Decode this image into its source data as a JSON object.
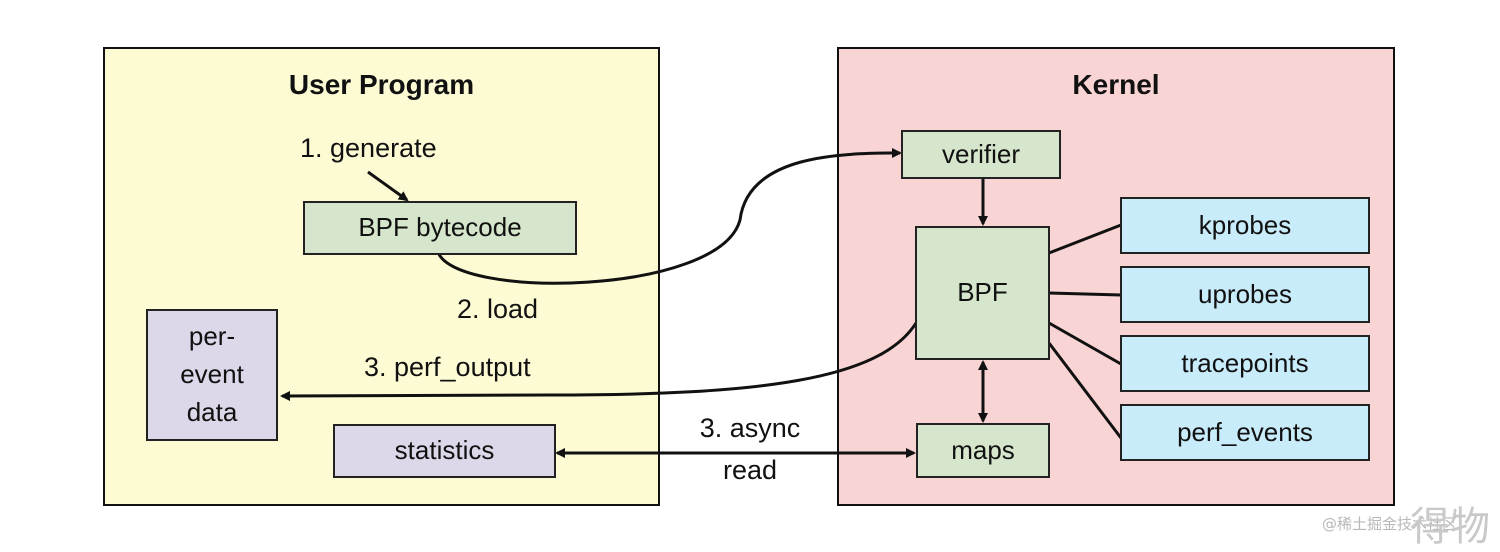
{
  "user_program": {
    "title": "User Program",
    "bpf_bytecode": "BPF bytecode",
    "per_event_data": [
      "per-",
      "event",
      "data"
    ],
    "statistics": "statistics"
  },
  "kernel": {
    "title": "Kernel",
    "verifier": "verifier",
    "bpf": "BPF",
    "maps": "maps",
    "events": [
      "kprobes",
      "uprobes",
      "tracepoints",
      "perf_events"
    ]
  },
  "steps": {
    "generate": "1. generate",
    "load": "2. load",
    "perf_output": "3. perf_output",
    "async_line1": "3. async",
    "async_line2": "read"
  },
  "watermark": {
    "text": "@稀土掘金技术社区",
    "overlay": "得物"
  },
  "colors": {
    "user_panel": "#fdfbd4",
    "kernel_panel": "#f9d4d4",
    "green_box": "#d6e6cc",
    "blue_box": "#c9ecfa",
    "lavender_box": "#dcd7e9"
  }
}
